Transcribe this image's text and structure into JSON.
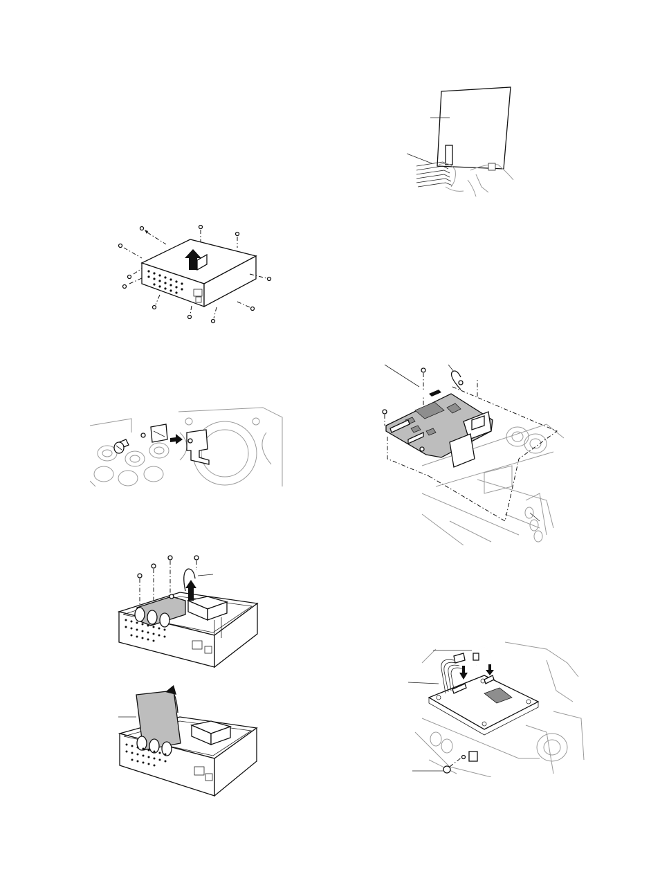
{
  "figures": [
    {
      "name": "top-cover-removal",
      "screws": 10
    },
    {
      "name": "connector-bracket-detail",
      "screws": 1
    },
    {
      "name": "board-screws-removal",
      "screws": 5
    },
    {
      "name": "board-lift-out"
    },
    {
      "name": "board-connector-detail"
    },
    {
      "name": "board-mounting-exploded",
      "screws": 4
    },
    {
      "name": "cable-connection-detail",
      "screws": 1
    }
  ],
  "colors": {
    "line": "#111111",
    "panel": "#bdbdbd",
    "background": "#ffffff"
  }
}
